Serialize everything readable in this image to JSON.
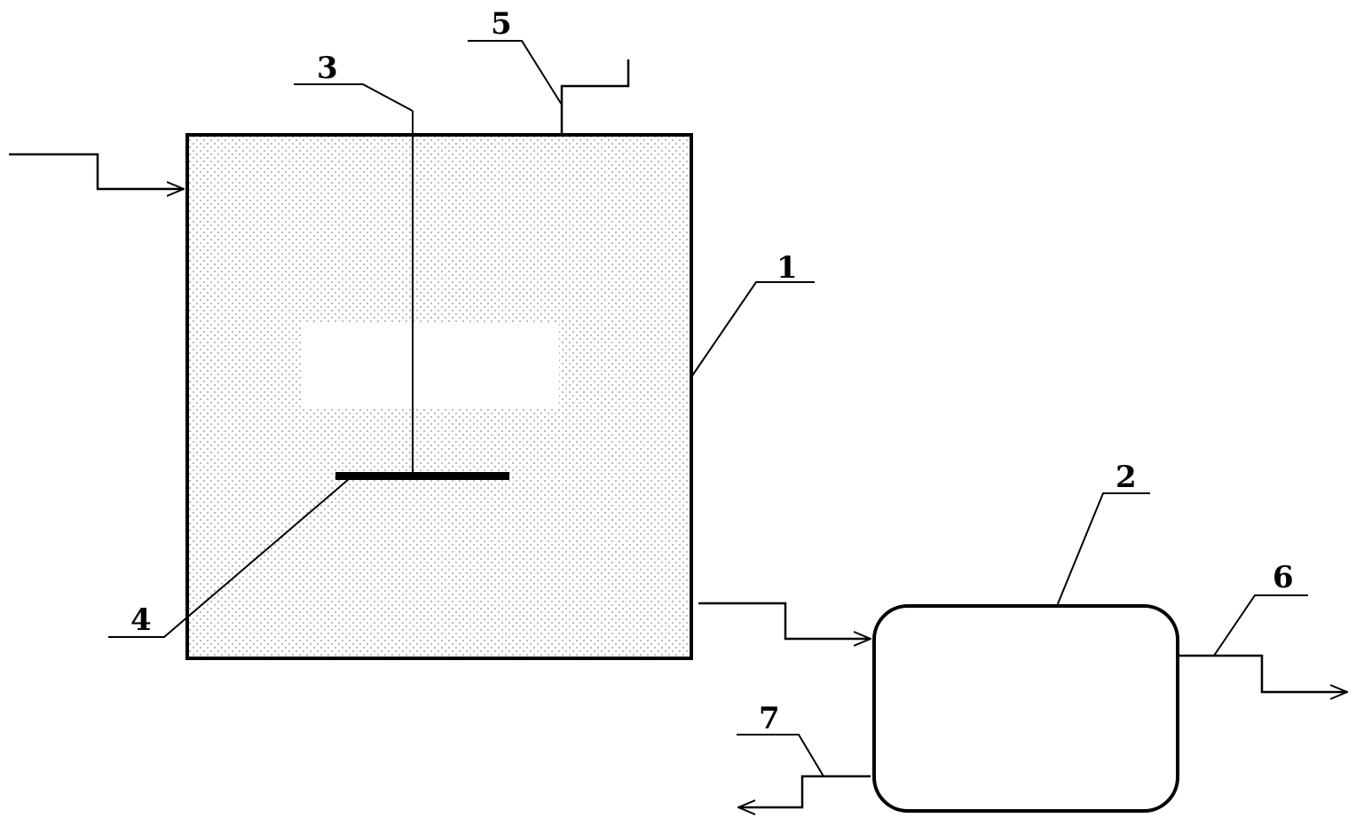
{
  "labels": {
    "reactor": "1",
    "separator": "2",
    "stirrer_shaft": "3",
    "impeller": "4",
    "top_pipe": "5",
    "right_outlet": "6",
    "bottom_outlet": "7"
  },
  "colors": {
    "stroke": "#000000",
    "background": "#ffffff",
    "dot_fill": "#8a8a8a"
  }
}
